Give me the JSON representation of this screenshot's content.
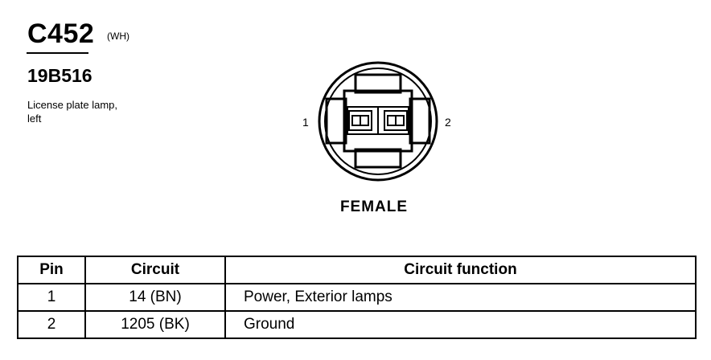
{
  "header": {
    "connector_id": "C452",
    "color_code": "(WH)",
    "part_number": "19B516",
    "description": "License plate lamp,\nleft"
  },
  "diagram": {
    "pin_labels": [
      "1",
      "2"
    ],
    "gender": "FEMALE"
  },
  "table": {
    "headers": [
      "Pin",
      "Circuit",
      "Circuit function"
    ],
    "rows": [
      {
        "pin": "1",
        "circuit": "14 (BN)",
        "function": "Power, Exterior lamps"
      },
      {
        "pin": "2",
        "circuit": "1205 (BK)",
        "function": "Ground"
      }
    ]
  }
}
